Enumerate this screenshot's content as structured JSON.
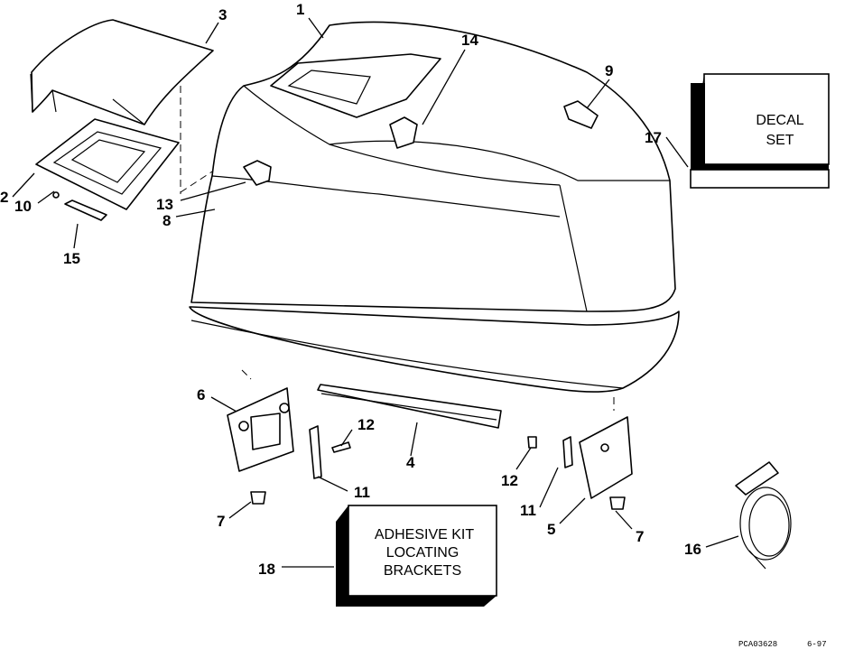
{
  "callouts": {
    "c1": "1",
    "c2": "2",
    "c3": "3",
    "c4": "4",
    "c5": "5",
    "c6": "6",
    "c7a": "7",
    "c7b": "7",
    "c8": "8",
    "c9": "9",
    "c10": "10",
    "c11a": "11",
    "c11b": "11",
    "c12a": "12",
    "c12b": "12",
    "c13": "13",
    "c14": "14",
    "c15": "15",
    "c16": "16",
    "c17": "17",
    "c18": "18"
  },
  "decal_box": {
    "line1": "DECAL",
    "line2": "SET"
  },
  "adhesive_box": {
    "line1": "ADHESIVE KIT",
    "line2": "LOCATING",
    "line3": "BRACKETS"
  },
  "footer": {
    "code": "PCA03628",
    "date": "6-97"
  }
}
